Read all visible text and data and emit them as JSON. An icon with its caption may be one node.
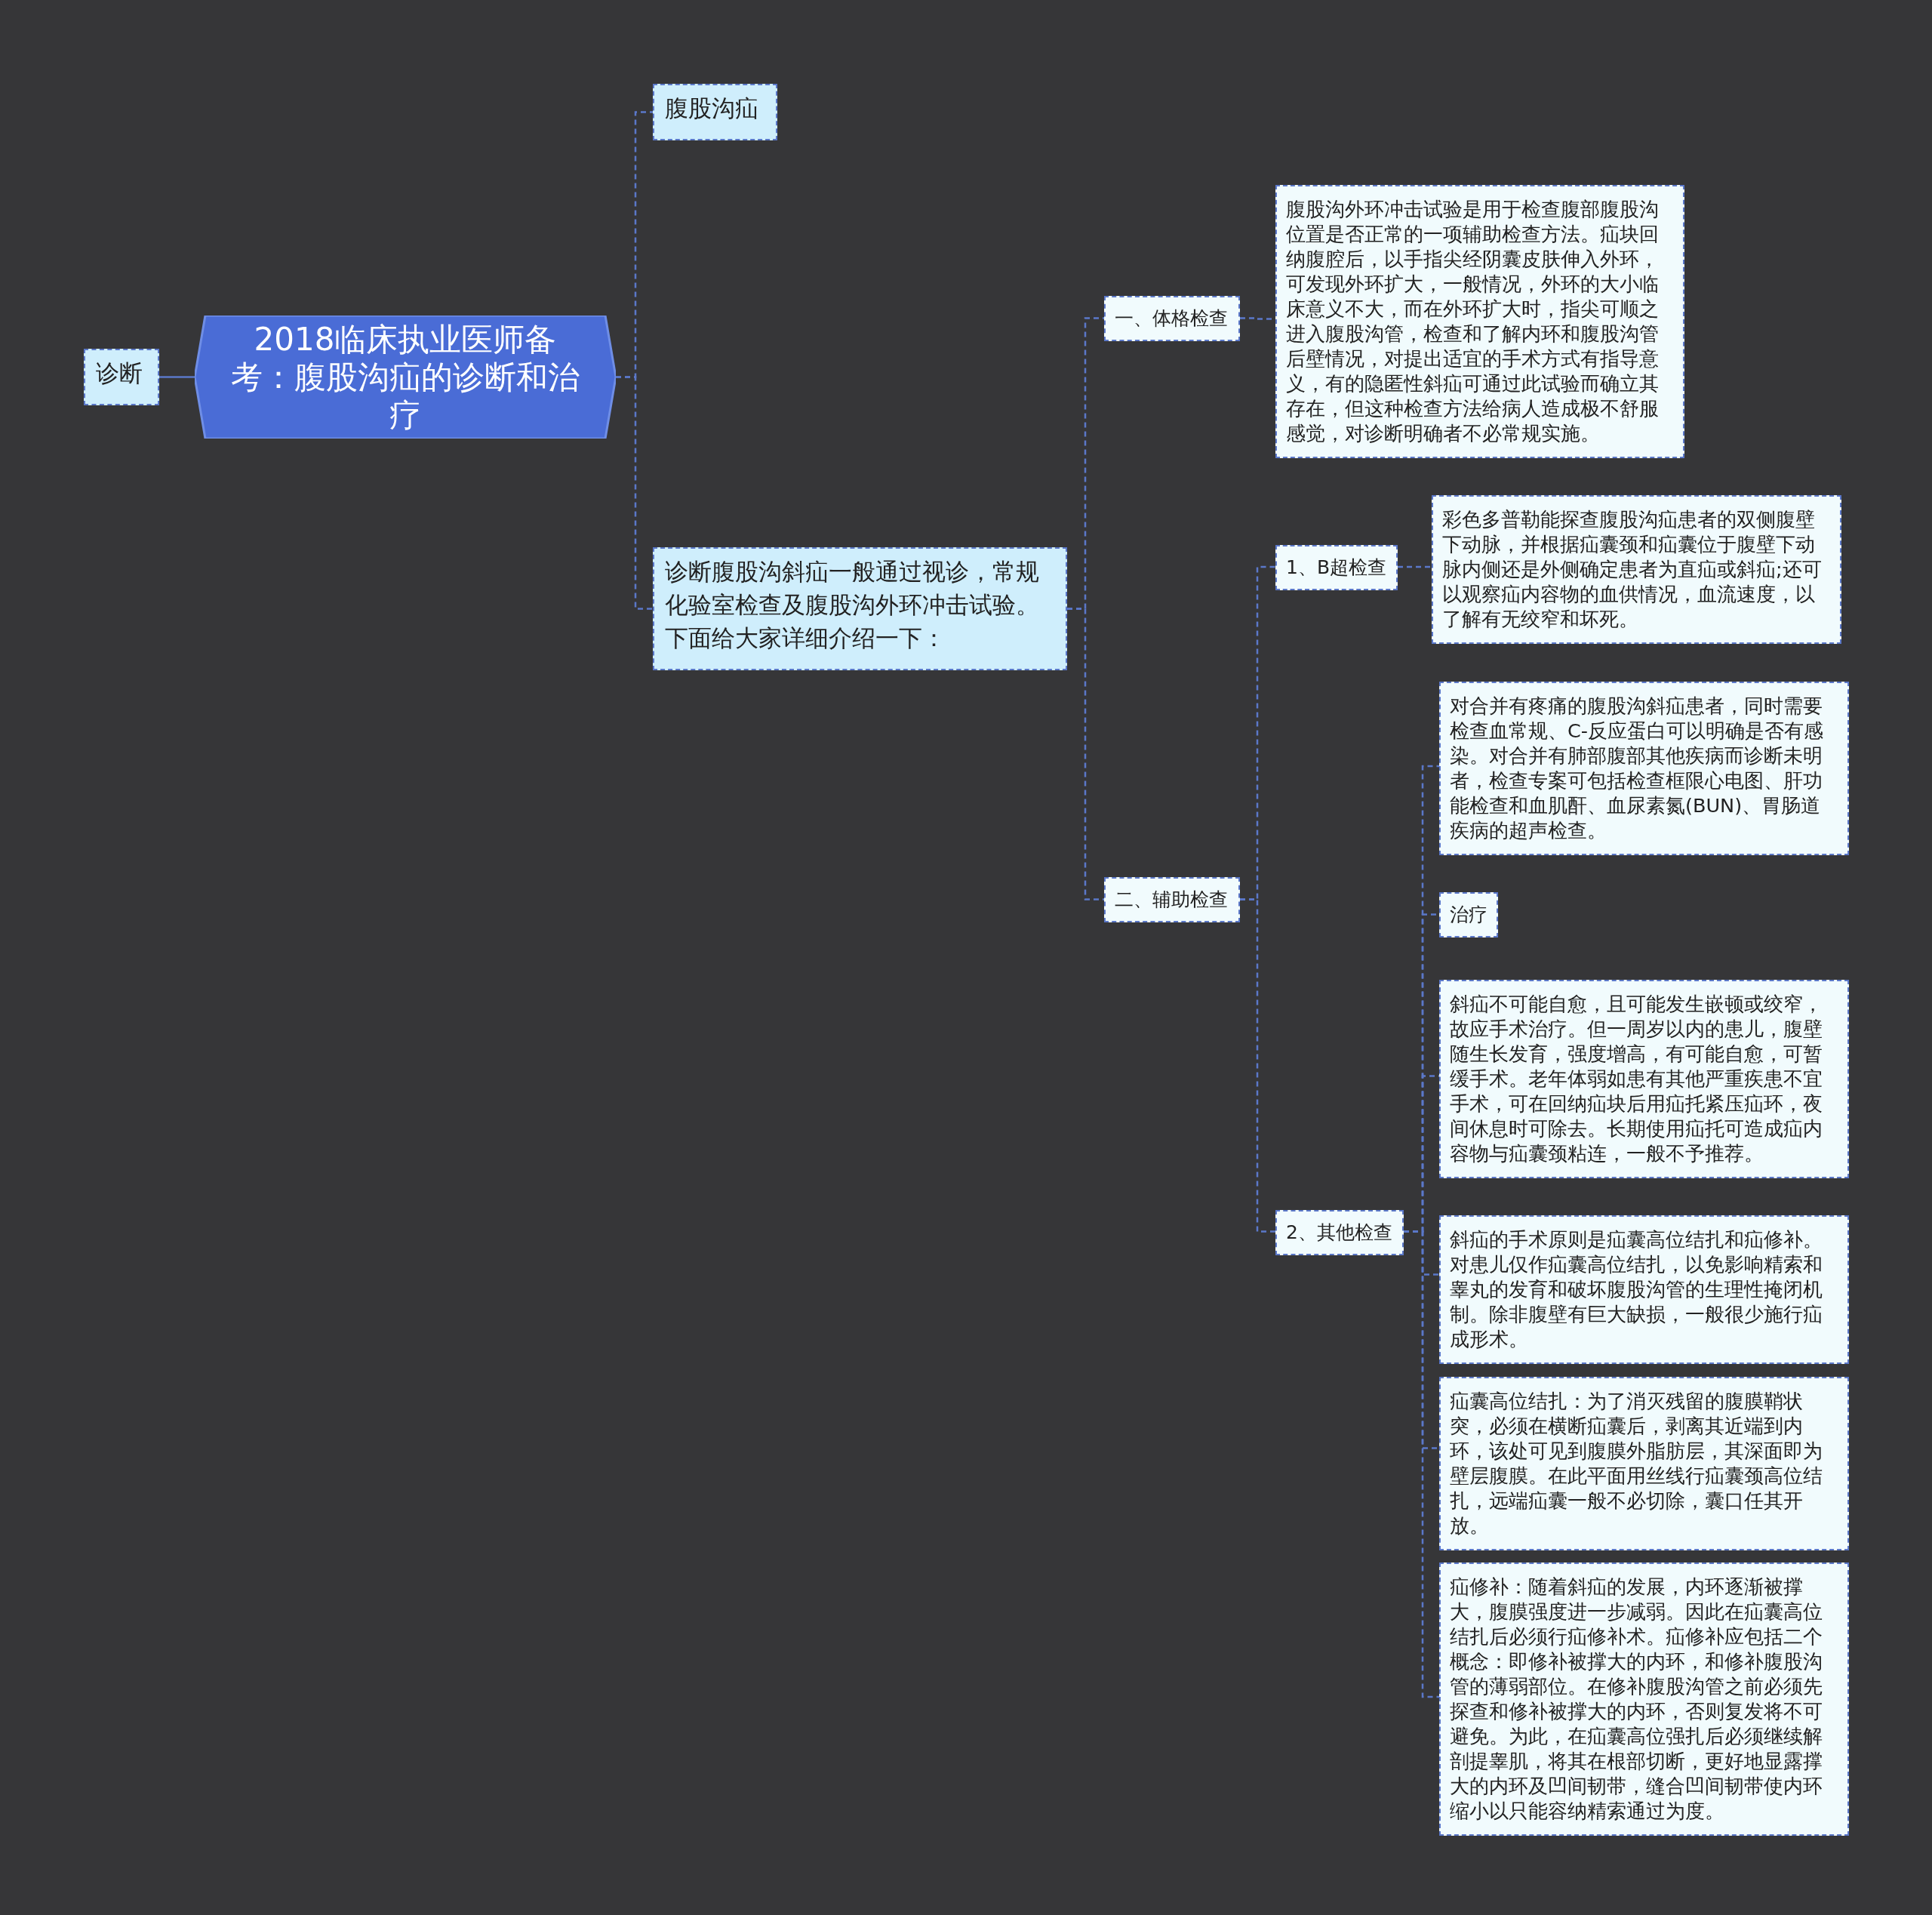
{
  "diagram": {
    "nodes": [
      {
        "text": [
          "2018临床执业医师备考：腹股沟疝的诊断和治疗"
        ]
      },
      {
        "text": [
          "诊断"
        ]
      },
      {
        "text": [
          "腹股沟疝"
        ]
      },
      {
        "text": [
          "诊断腹股沟斜疝一般通过视诊，常规化验室检查及腹股沟外环冲击试验。下面给大家详细介绍一下："
        ]
      },
      {
        "text": [
          "一、体格检查"
        ]
      },
      {
        "text": [
          "腹股沟外环冲击试验是用于检查腹部腹股沟位置是否正常的一项辅助检查方法。疝块回纳腹腔后，以手指尖经阴囊皮肤伸入外环，可发现外环扩大，一般情况，外环的大小临床意义不大，而在外环扩大时，指尖可顺之进入腹股沟管，检查和了解内环和腹股沟管后壁情况，对提出适宜的手术方式有指导意义，有的隐匿性斜疝可通过此试验而确立其存在，但这种检查方法给病人造成极不舒服感觉，对诊断明确者不必常规实施。"
        ]
      },
      {
        "text": [
          "二、辅助检查"
        ]
      },
      {
        "text": [
          "1、B超检查"
        ]
      },
      {
        "text": [
          "彩色多普勒能探查腹股沟疝患者的双侧腹壁下动脉，并根据疝囊颈和疝囊位于腹壁下动脉内侧还是外侧确定患者为直疝或斜疝;还可以观察疝内容物的血供情况，血流速度，以了解有无绞窄和坏死。"
        ]
      },
      {
        "text": [
          "2、其他检查"
        ]
      },
      {
        "text": [
          "对合并有疼痛的腹股沟斜疝患者，同时需要检查血常规、C-反应蛋白可以明确是否有感染。对合并有肺部腹部其他疾病而诊断未明者，检查专案可包括检查框限心电图、肝功能检查和血肌酐、血尿素氮(BUN)、胃肠道疾病的超声检查。"
        ]
      },
      {
        "text": [
          "治疗"
        ]
      },
      {
        "text": [
          "斜疝不可能自愈，且可能发生嵌顿或绞窄，故应手术治疗。但一周岁以内的患儿，腹壁随生长发育，强度增高，有可能自愈，可暂缓手术。老年体弱如患有其他严重疾患不宜手术，可在回纳疝块后用疝托紧压疝环，夜间休息时可除去。长期使用疝托可造成疝内容物与疝囊颈粘连，一般不予推荐。"
        ]
      },
      {
        "text": [
          "斜疝的手术原则是疝囊高位结扎和疝修补。对患儿仅作疝囊高位结扎，以免影响精索和睾丸的发育和破坏腹股沟管的生理性掩闭机制。除非腹壁有巨大缺损，一般很少施行疝成形术。"
        ]
      },
      {
        "text": [
          "疝囊高位结扎：为了消灭残留的腹膜鞘状突，必须在横断疝囊后，剥离其近端到内环，该处可见到腹膜外脂肪层，其深面即为壁层腹膜。在此平面用丝线行疝囊颈高位结扎，远端疝囊一般不必切除，囊口任其开放。"
        ]
      },
      {
        "text": [
          "疝修补：随着斜疝的发展，内环逐渐被撑大，腹膜强度进一步减弱。因此在疝囊高位结扎后必须行疝修补术。疝修补应包括二个概念：即修补被撑大的内环，和修补腹股沟管的薄弱部位。在修补腹股沟管之前必须先探查和修补被撑大的内环，否则复发将不可避免。为此，在疝囊高位强扎后必须继续解剖提睾肌，将其在根部切断，更好地显露撑大的内环及凹间韧带，缝合凹间韧带使内环缩小以只能容纳精索通过为度。"
        ]
      }
    ],
    "edges": [
      {
        "from": 0,
        "to": 1,
        "arrow": "none"
      },
      {
        "from": 0,
        "to": 2,
        "arrow": "none",
        "style": "dashed"
      },
      {
        "from": 0,
        "to": 3,
        "arrow": "none",
        "style": "dashed"
      },
      {
        "from": 3,
        "to": 4,
        "arrow": "none",
        "style": "dashed"
      },
      {
        "from": 3,
        "to": 6,
        "arrow": "none",
        "style": "dashed"
      },
      {
        "from": 4,
        "to": 5,
        "arrow": "none",
        "style": "dashed"
      },
      {
        "from": 6,
        "to": 7,
        "arrow": "none",
        "style": "dashed"
      },
      {
        "from": 6,
        "to": 9,
        "arrow": "none",
        "style": "dashed"
      },
      {
        "from": 7,
        "to": 8,
        "arrow": "none",
        "style": "dashed"
      },
      {
        "from": 9,
        "to": 10,
        "arrow": "none",
        "style": "dashed"
      },
      {
        "from": 9,
        "to": 11,
        "arrow": "none",
        "style": "dashed"
      },
      {
        "from": 9,
        "to": 12,
        "arrow": "none",
        "style": "dashed"
      },
      {
        "from": 9,
        "to": 13,
        "arrow": "none",
        "style": "dashed"
      },
      {
        "from": 9,
        "to": 14,
        "arrow": "none",
        "style": "dashed"
      },
      {
        "from": 9,
        "to": 15,
        "arrow": "none",
        "style": "dashed"
      }
    ]
  }
}
